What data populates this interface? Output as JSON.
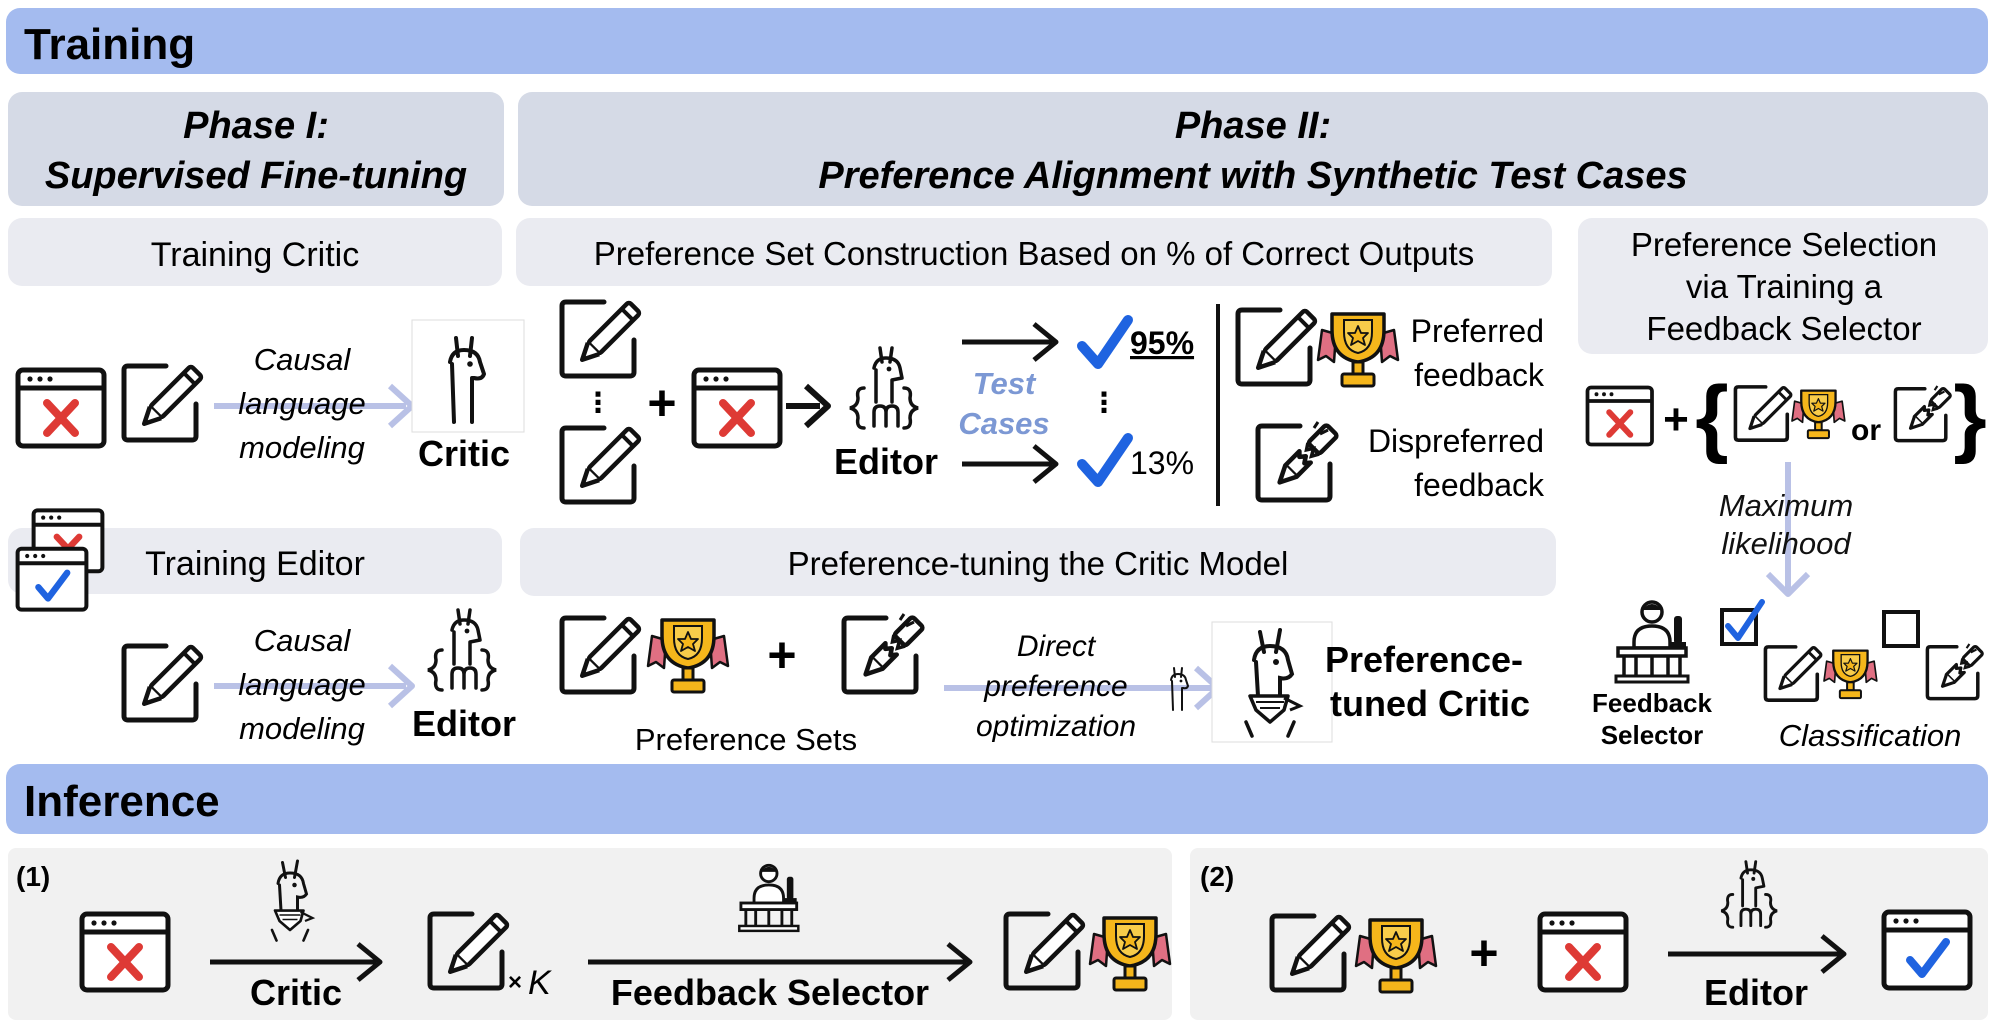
{
  "colors": {
    "header_blue": "#a4bbef",
    "phase_gray": "#d5dae6",
    "sub_gray": "#eaebf1",
    "inference_panel": "#f1f1f1",
    "arrow_lilac": "#b9c1e6",
    "check_blue": "#1f63e0",
    "x_red": "#de3a35",
    "trophy_gold": "#f5b61b",
    "ribbon_pink": "#e06f82",
    "test_cases_blue": "#7c98d4"
  },
  "training": {
    "title": "Training",
    "phase1": {
      "line1": "Phase I:",
      "line2": "Supervised Fine-tuning"
    },
    "phase2": {
      "line1": "Phase II:",
      "line2": "Preference Alignment with Synthetic Test Cases"
    },
    "training_critic": {
      "title": "Training Critic",
      "method": [
        "Causal",
        "language",
        "modeling"
      ],
      "output_label": "Critic"
    },
    "training_editor": {
      "title": "Training Editor",
      "method": [
        "Causal",
        "language",
        "modeling"
      ],
      "output_label": "Editor"
    },
    "preference_set": {
      "title": "Preference Set Construction Based on % of Correct Outputs",
      "plus": "+",
      "dots": "⋮",
      "editor_label": "Editor",
      "test_cases": [
        "Test",
        "Cases"
      ],
      "top_percent": "95%",
      "bottom_percent": "13%",
      "preferred": [
        "Preferred",
        "feedback"
      ],
      "dispreferred": [
        "Dispreferred",
        "feedback"
      ]
    },
    "preference_tuning": {
      "title": "Preference-tuning the Critic Model",
      "plus": "+",
      "sets_label": "Preference Sets",
      "method": [
        "Direct",
        "preference",
        "optimization"
      ],
      "output": [
        "Preference-",
        "tuned Critic"
      ]
    },
    "selector": {
      "title": [
        "Preference Selection",
        "via Training a",
        "Feedback Selector"
      ],
      "plus": "+",
      "brace_open": "{",
      "brace_close": "}",
      "or": "or",
      "method": [
        "Maximum",
        "likelihood"
      ],
      "selector_label": [
        "Feedback",
        "Selector"
      ],
      "classification": "Classification"
    }
  },
  "inference": {
    "title": "Inference",
    "panel1": {
      "label": "(1)",
      "critic": "Critic",
      "times": "×",
      "k": "K",
      "selector": "Feedback Selector"
    },
    "panel2": {
      "label": "(2)",
      "plus": "+",
      "editor": "Editor"
    }
  }
}
